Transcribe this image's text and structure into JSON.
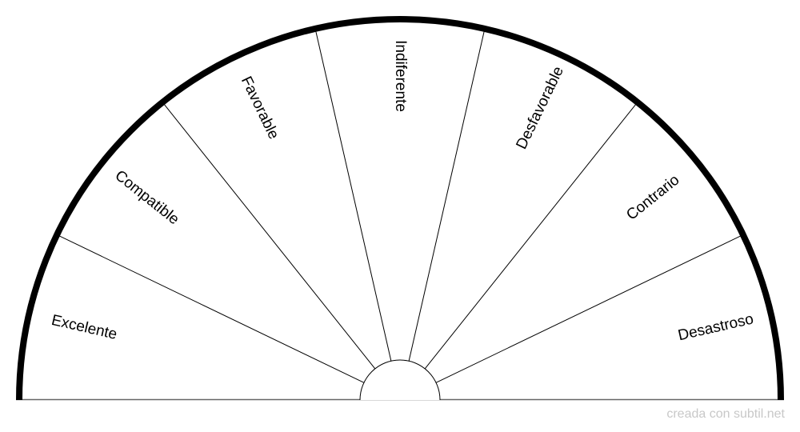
{
  "diagram": {
    "segments": [
      "Excelente",
      "Compatible",
      "Favorable",
      "Indiferente",
      "Desfavorable",
      "Contrario",
      "Desastroso"
    ],
    "colors": {
      "outline": "#000000",
      "baseline": "#666666",
      "watermark": "#c8c8c8"
    }
  },
  "watermark": "creada con subtil.net"
}
